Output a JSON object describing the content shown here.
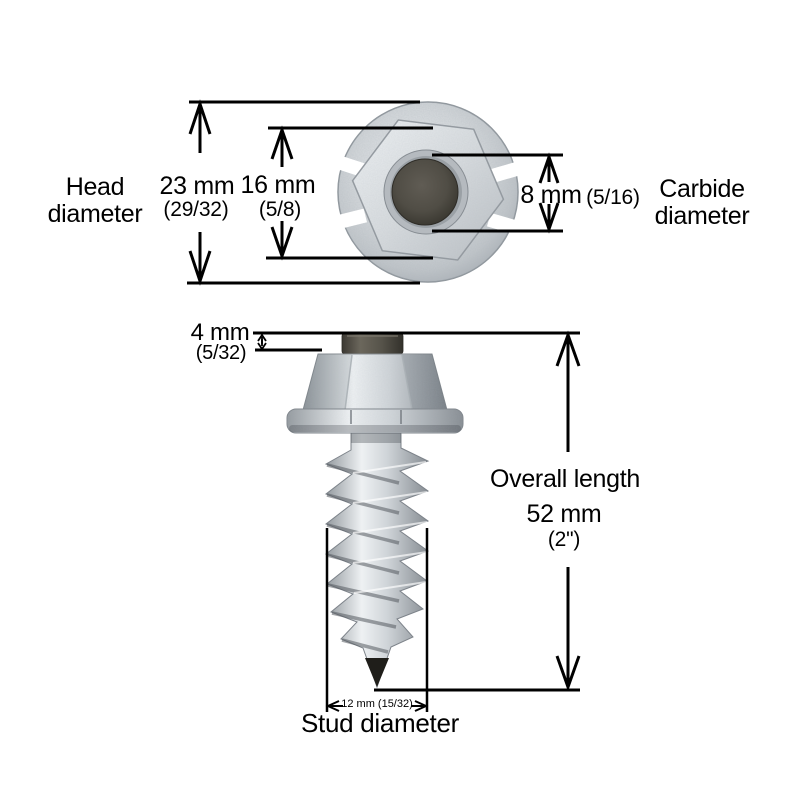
{
  "labels": {
    "head_diameter": {
      "line1": "Head",
      "line2": "diameter"
    },
    "carbide_diameter": {
      "line1": "Carbide",
      "line2": "diameter"
    },
    "overall_length": "Overall length",
    "stud_diameter": "Stud diameter"
  },
  "dimensions": {
    "head": {
      "value": "23 mm",
      "fraction": "(29/32)"
    },
    "flange": {
      "value": "16 mm",
      "fraction": "(5/8)"
    },
    "carbide": {
      "value": "8 mm",
      "fraction": "(5/16)"
    },
    "protrusion": {
      "value": "4 mm",
      "fraction": "(5/32)"
    },
    "overall": {
      "value": "52 mm",
      "fraction": "(2\")"
    },
    "stud": {
      "value": "12 mm (15/32)"
    }
  },
  "colors": {
    "background": "#ffffff",
    "dimension_line": "#000000",
    "metal_light": "#eef1f3",
    "metal_mid": "#c9ced2",
    "metal_dark": "#8f959b",
    "carbide_dark": "#4e4b43"
  }
}
